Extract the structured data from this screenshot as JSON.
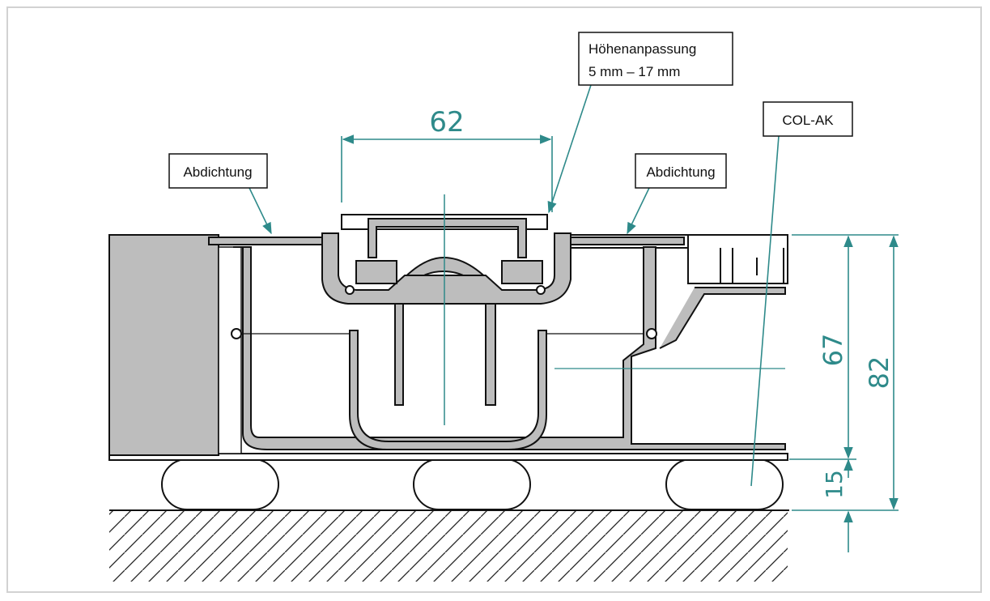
{
  "callouts": {
    "abdichtung_left": "Abdichtung",
    "abdichtung_right": "Abdichtung",
    "hoehen_line1": "Höhenanpassung",
    "hoehen_line2": "5 mm – 17 mm",
    "col_ak": "COL-AK"
  },
  "dimensions": {
    "width_62": "62",
    "height_67": "67",
    "height_82": "82",
    "height_15": "15"
  },
  "colors": {
    "dimension": "#2e8a8a",
    "part_fill": "#bdbdbd",
    "outline": "#111111",
    "frame": "#d2d2d2"
  }
}
